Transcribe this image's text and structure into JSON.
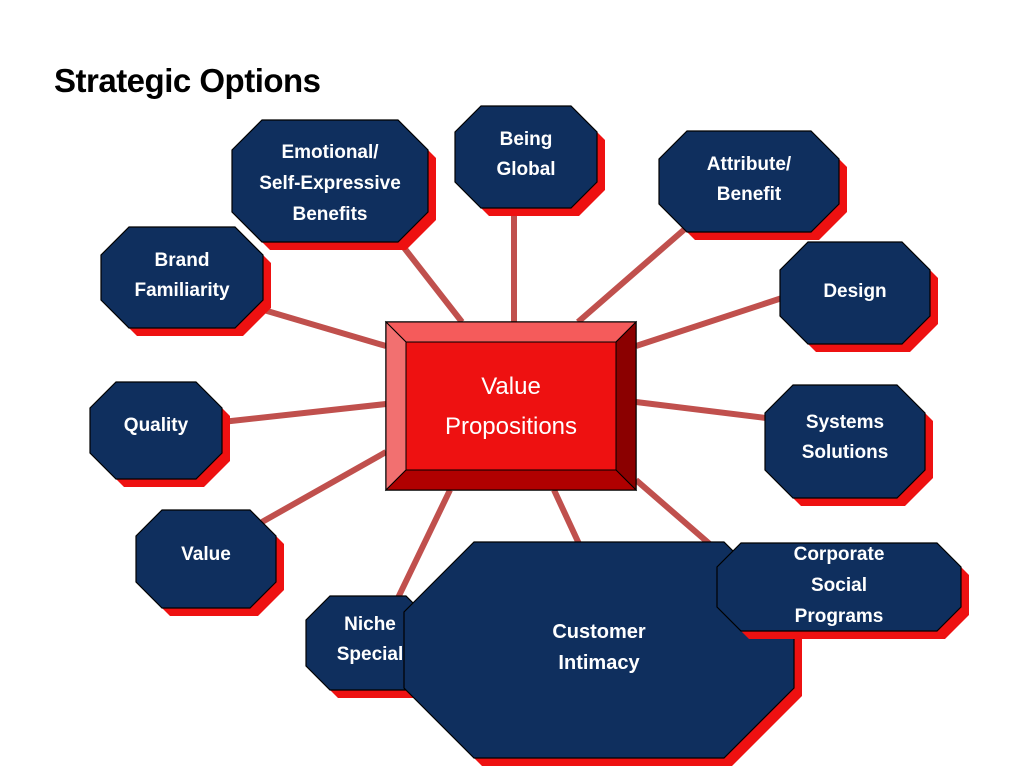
{
  "title": "Strategic Options",
  "colors": {
    "octagon_fill": "#0f2f5e",
    "octagon_shadow": "#ee1111",
    "connector": "#c0504d",
    "center_fill": "#ee1111",
    "center_dark": "#8b0000"
  },
  "center": {
    "lines": [
      "Value",
      "Propositions"
    ]
  },
  "nodes": [
    {
      "id": "emotional",
      "lines": [
        "Emotional/",
        "Self-Expressive",
        "Benefits"
      ]
    },
    {
      "id": "global",
      "lines": [
        "Being",
        "Global"
      ]
    },
    {
      "id": "attribute",
      "lines": [
        "Attribute/",
        "Benefit"
      ]
    },
    {
      "id": "brand",
      "lines": [
        "Brand",
        "Familiarity"
      ]
    },
    {
      "id": "design",
      "lines": [
        "Design"
      ]
    },
    {
      "id": "quality",
      "lines": [
        "Quality"
      ]
    },
    {
      "id": "systems",
      "lines": [
        "Systems",
        "Solutions"
      ]
    },
    {
      "id": "value",
      "lines": [
        "Value"
      ]
    },
    {
      "id": "niche",
      "lines": [
        "Niche",
        "Special"
      ]
    },
    {
      "id": "customer",
      "lines": [
        "Customer",
        "Intimacy"
      ]
    },
    {
      "id": "corporate",
      "lines": [
        "Corporate",
        "Social",
        "Programs"
      ]
    }
  ]
}
